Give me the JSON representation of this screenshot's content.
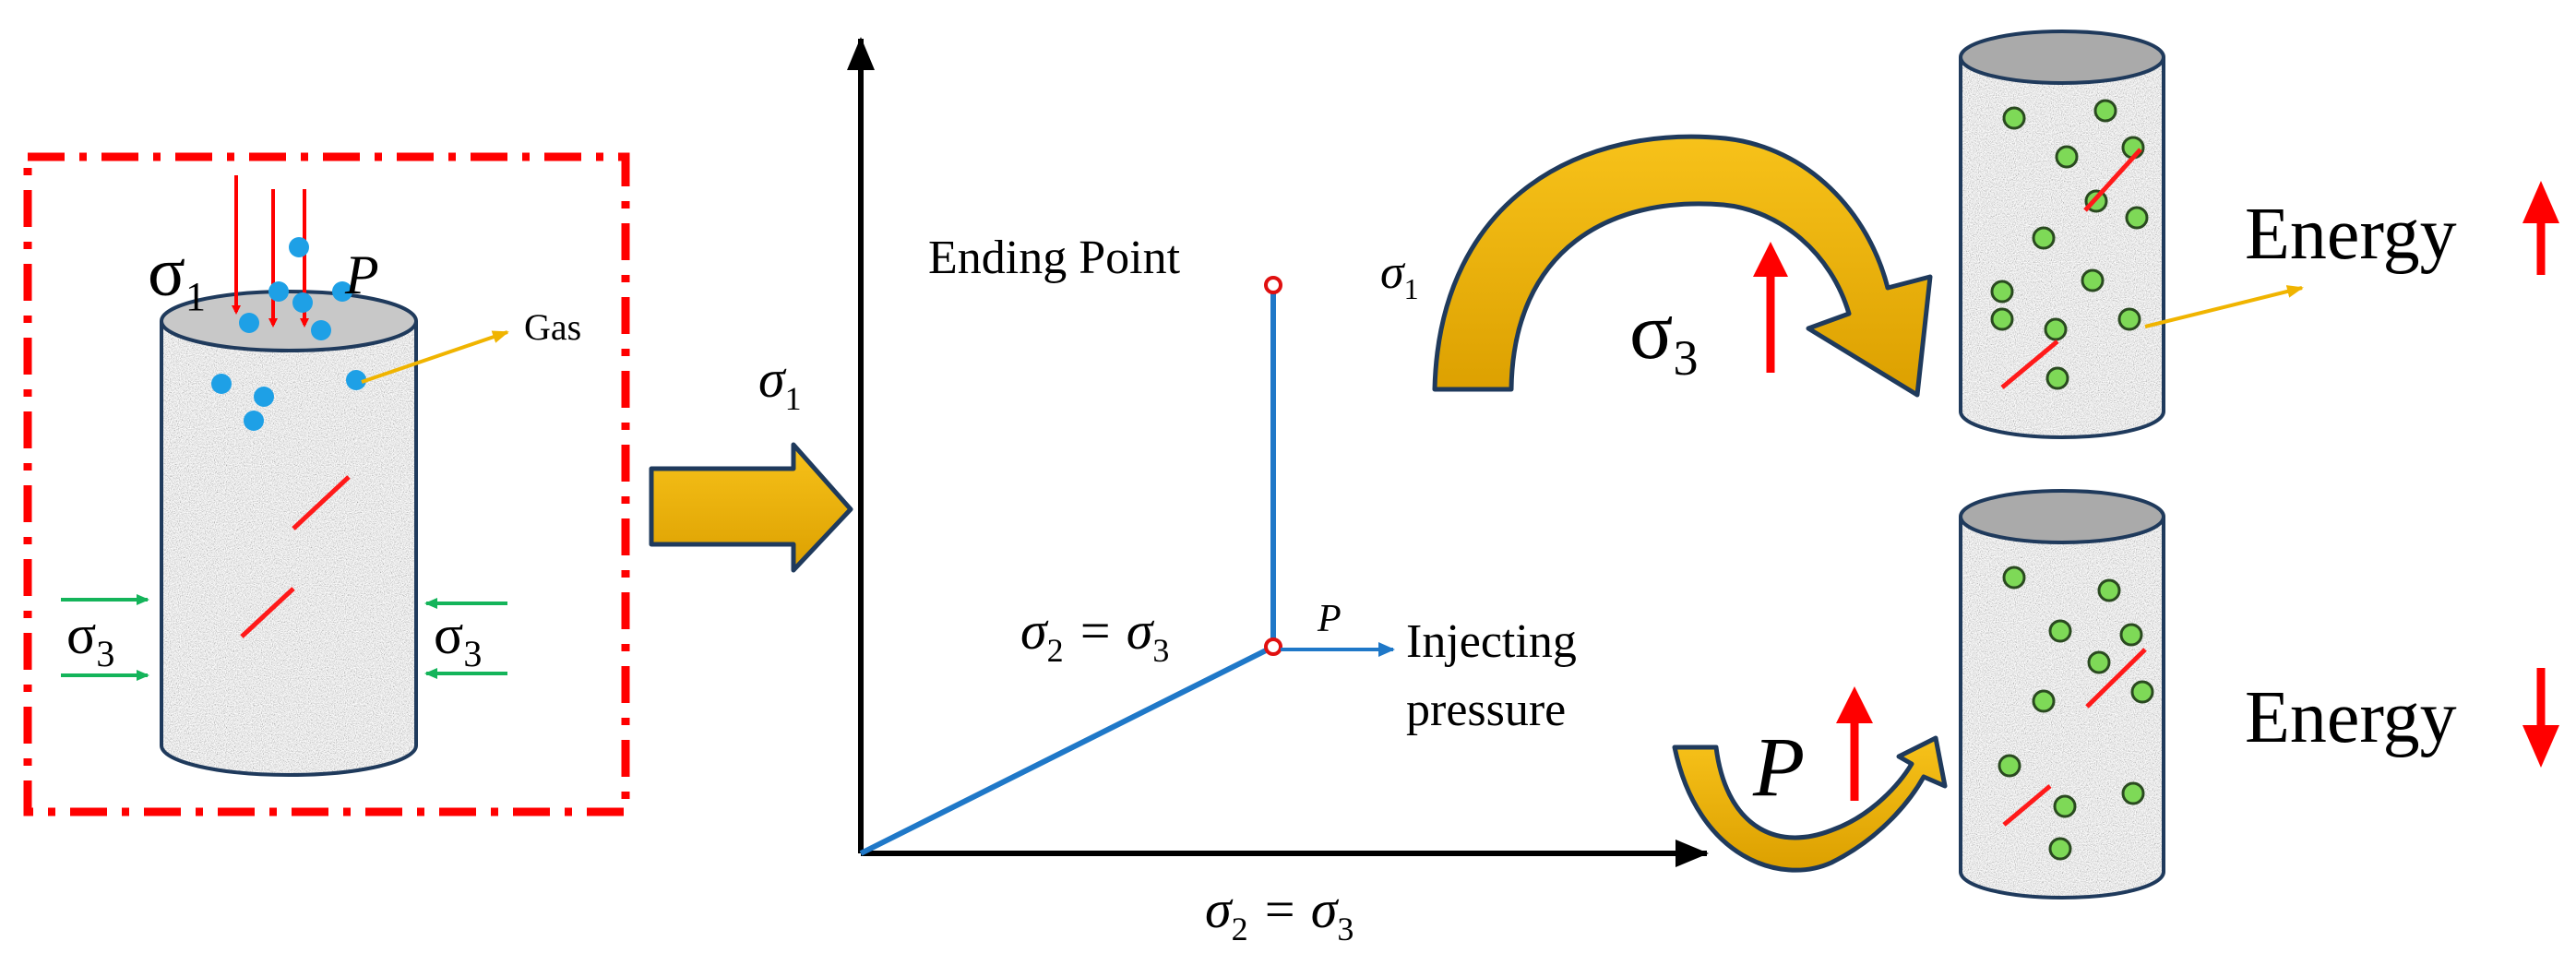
{
  "labels": {
    "sigma1": "σ",
    "sigma1_sub": "1",
    "sigma3": "σ",
    "sigma3_sub": "3",
    "p": "P",
    "gas": "Gas",
    "axis_y_sigma": "σ",
    "axis_y_sub": "1",
    "ending_point": "Ending  Point",
    "stress_state": "σ",
    "stress_state_sub": "2",
    "stress_state_eq": " = σ",
    "stress_state_sub2": "3",
    "p_small": "P",
    "injecting": "Injecting",
    "pressure": "pressure",
    "axis_x_sigma": "σ",
    "axis_x_sub": "2",
    "axis_x_eq": " = σ",
    "axis_x_sub2": "3",
    "right_sigma1": "σ",
    "right_sigma1_sub": "1",
    "right_sigma3": "σ",
    "right_sigma3_sub": "3",
    "energy_top": "Energy",
    "energy_bottom": "Energy",
    "p_large": "P"
  },
  "colors": {
    "frame_red": "#ff0000",
    "gas_blue": "#1ea0e6",
    "sigma3_arrow_green": "#14b45a",
    "load_path_blue": "#1f78c8",
    "big_arrow_gold": "#f0b400",
    "gas_particle_green": "#7ed957",
    "fracture_red": "#ff1a1a"
  },
  "icons": {
    "up_arrow": "red-up-arrow-icon",
    "down_arrow": "red-down-arrow-icon"
  }
}
